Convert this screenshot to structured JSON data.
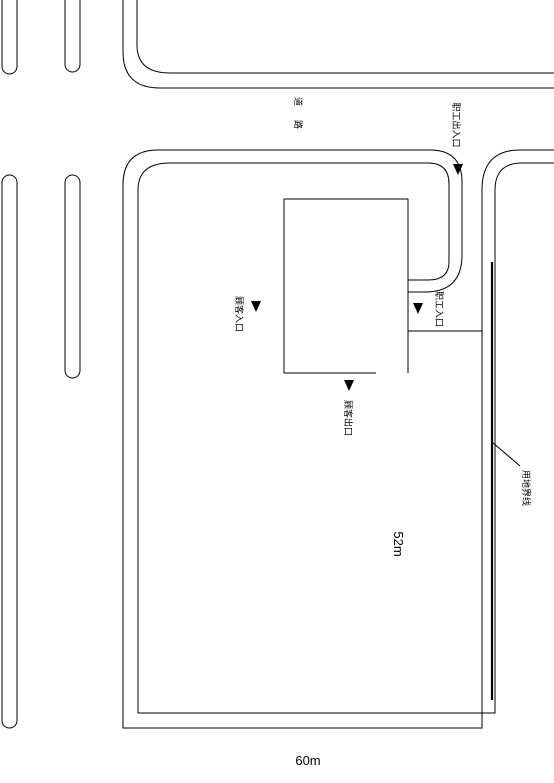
{
  "labels": {
    "road_name": "道路",
    "staff_entrance_top": "职工出入口",
    "staff_entrance_side": "职工入口",
    "visitor_entrance": "顾客入口",
    "visitor_exit": "顾客出口",
    "property_line": "用地界线"
  },
  "dimensions": {
    "width": "60m",
    "depth": "52m"
  },
  "colors": {
    "line": "#000000",
    "background": "#ffffff"
  },
  "icons": {
    "arrow": "triangle-down"
  }
}
